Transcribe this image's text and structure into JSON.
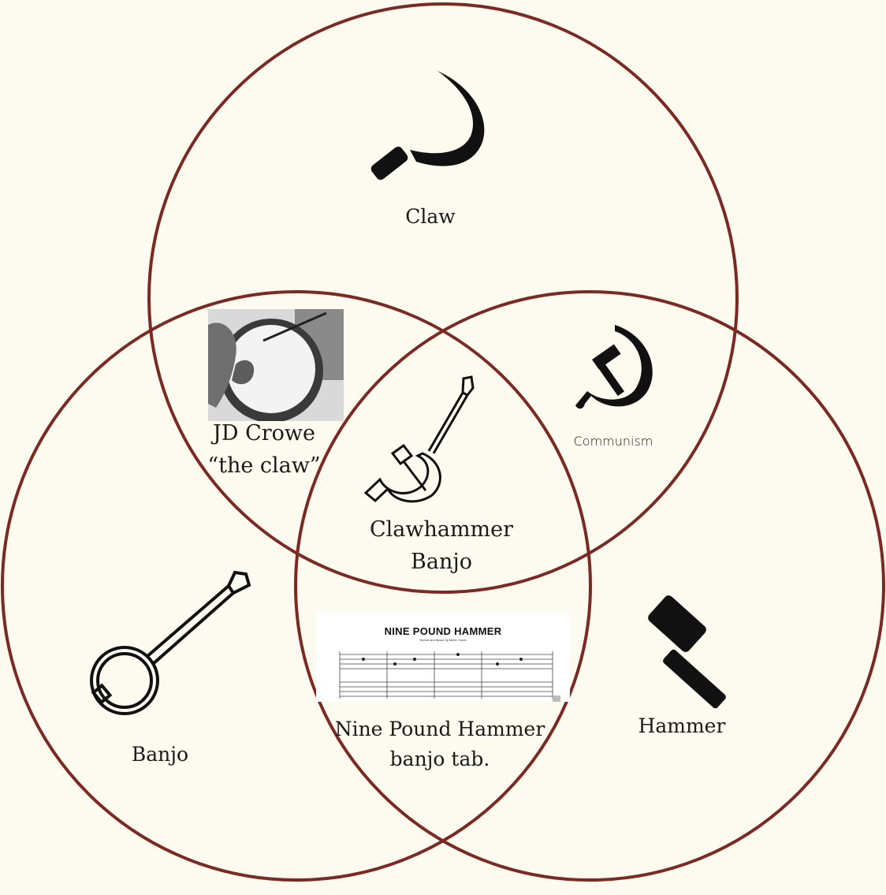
{
  "colors": {
    "background": "#fdfaf0",
    "circle_stroke": "#7a2a22",
    "ink": "#111111"
  },
  "circles": [
    {
      "name": "Claw",
      "icon": "sickle-icon"
    },
    {
      "name": "Banjo",
      "icon": "banjo-icon"
    },
    {
      "name": "Hammer",
      "icon": "hammer-icon"
    }
  ],
  "regions": {
    "claw": {
      "label": "Claw"
    },
    "banjo": {
      "label": "Banjo"
    },
    "hammer": {
      "label": "Hammer"
    },
    "claw_banjo": {
      "label_line1": "JD Crowe",
      "label_line2": "“the claw”",
      "image": "banjo-player-photo"
    },
    "claw_hammer": {
      "label": "Communism",
      "icon": "hammer-sickle-icon"
    },
    "banjo_hammer": {
      "label_line1": "Nine Pound Hammer",
      "label_line2": "banjo tab.",
      "tab_title": "NINE POUND HAMMER",
      "tab_subtitle": "Words and Music by Merle Travis"
    },
    "center": {
      "label_line1": "Clawhammer",
      "label_line2": "Banjo",
      "icon": "banjo-hammer-sickle-icon"
    }
  }
}
